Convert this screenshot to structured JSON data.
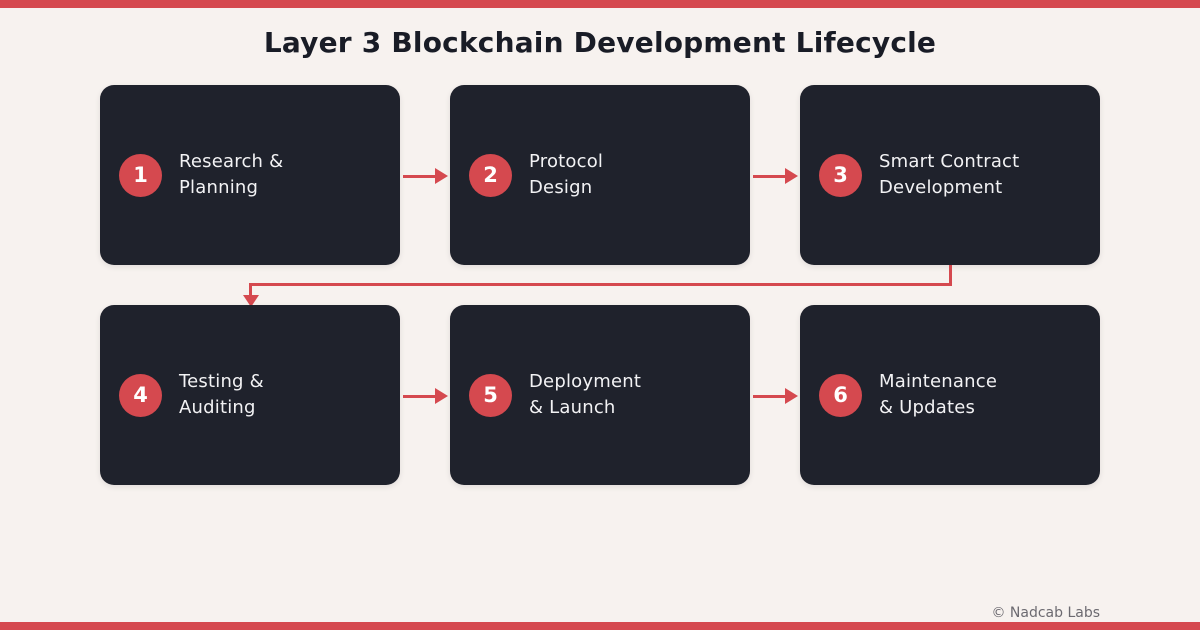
{
  "page": {
    "title": "Layer 3 Blockchain Development Lifecycle",
    "footer": "© Nadcab Labs"
  },
  "colors": {
    "accent": "#d5494f",
    "card_background": "#1f222c",
    "page_background": "#f7f2ef",
    "card_text": "#f2f2f4",
    "title_text": "#191c26",
    "footer_text": "#6c6a70"
  },
  "steps": [
    {
      "number": "1",
      "label_line1": "Research &",
      "label_line2": "Planning"
    },
    {
      "number": "2",
      "label_line1": "Protocol",
      "label_line2": "Design"
    },
    {
      "number": "3",
      "label_line1": "Smart Contract",
      "label_line2": "Development"
    },
    {
      "number": "4",
      "label_line1": "Testing &",
      "label_line2": "Auditing"
    },
    {
      "number": "5",
      "label_line1": "Deployment",
      "label_line2": "& Launch"
    },
    {
      "number": "6",
      "label_line1": "Maintenance",
      "label_line2": "& Updates"
    }
  ]
}
